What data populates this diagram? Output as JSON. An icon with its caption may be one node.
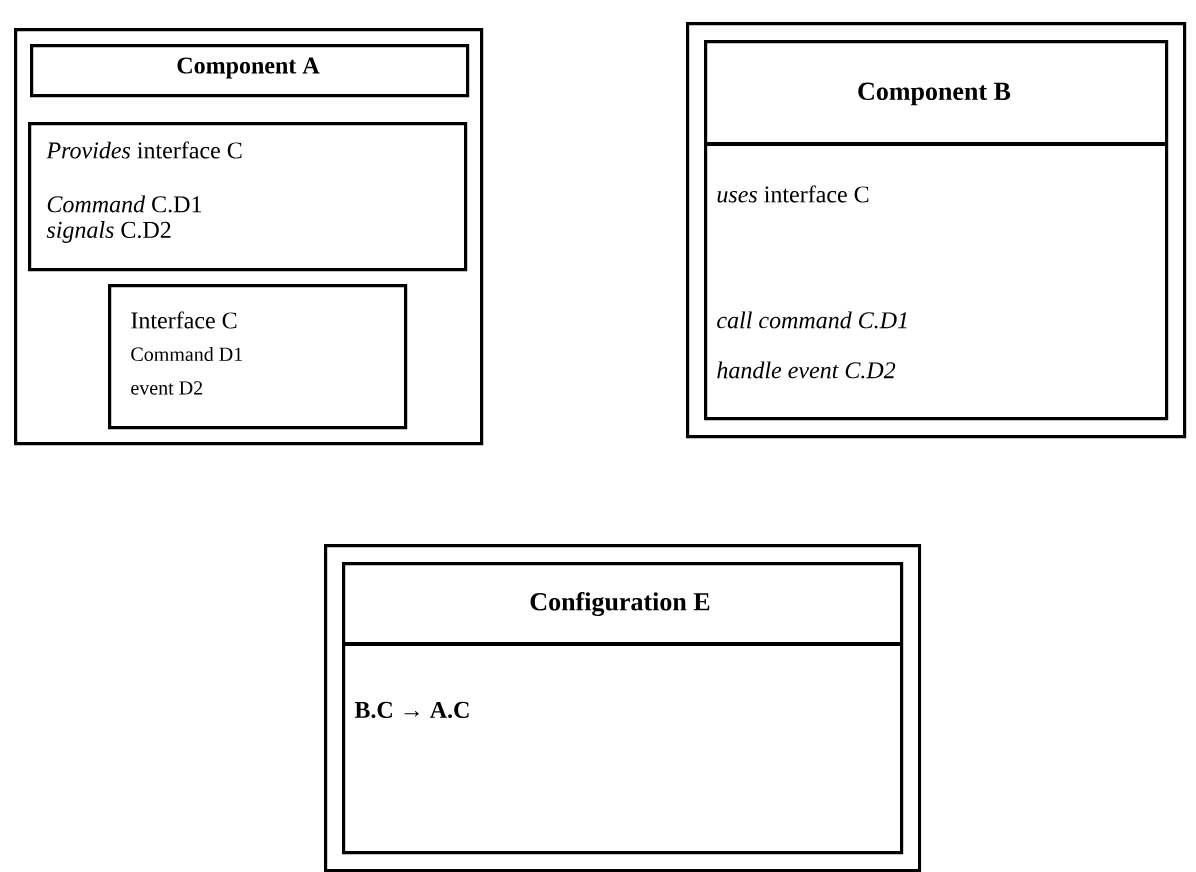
{
  "diagram": {
    "nodes": [
      {
        "text": [],
        "shape": "box"
      },
      {
        "text": [
          "Component A"
        ],
        "in": 0
      },
      {
        "text": [
          "*Provides* interface C",
          "*Command* C.D1",
          "*signals* C.D2"
        ],
        "in": 0
      },
      {
        "text": [
          "Interface C",
          "Command D1",
          "event D2"
        ],
        "in": 0
      },
      {
        "text": [
          "Component B",
          "*uses* interface C",
          "call command C.D1",
          "handle event C.D2"
        ]
      },
      {
        "text": [
          "Configuration E",
          "B.C → A.C"
        ]
      }
    ]
  }
}
